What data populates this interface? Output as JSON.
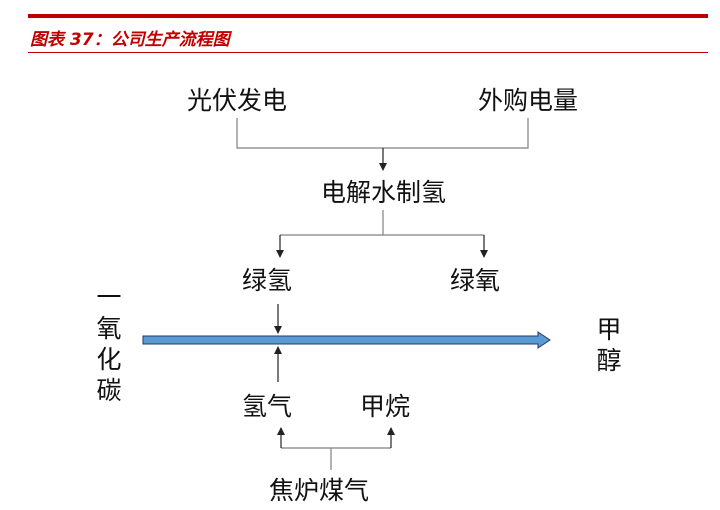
{
  "figure_title": "图表 37：公司生产流程图",
  "nodes": {
    "pv": "光伏发电",
    "purchased_power": "外购电量",
    "electrolysis": "电解水制氢",
    "green_hydrogen": "绿氢",
    "green_oxygen": "绿氧",
    "carbon_monoxide": "一氧化碳",
    "methanol": "甲醇",
    "hydrogen": "氢气",
    "methane": "甲烷",
    "coke_oven_gas": "焦炉煤气"
  },
  "colors": {
    "title": "#c00000",
    "main_arrow_fill": "#5b9bd5",
    "main_arrow_stroke": "#1f3864",
    "lines": "#808080"
  }
}
